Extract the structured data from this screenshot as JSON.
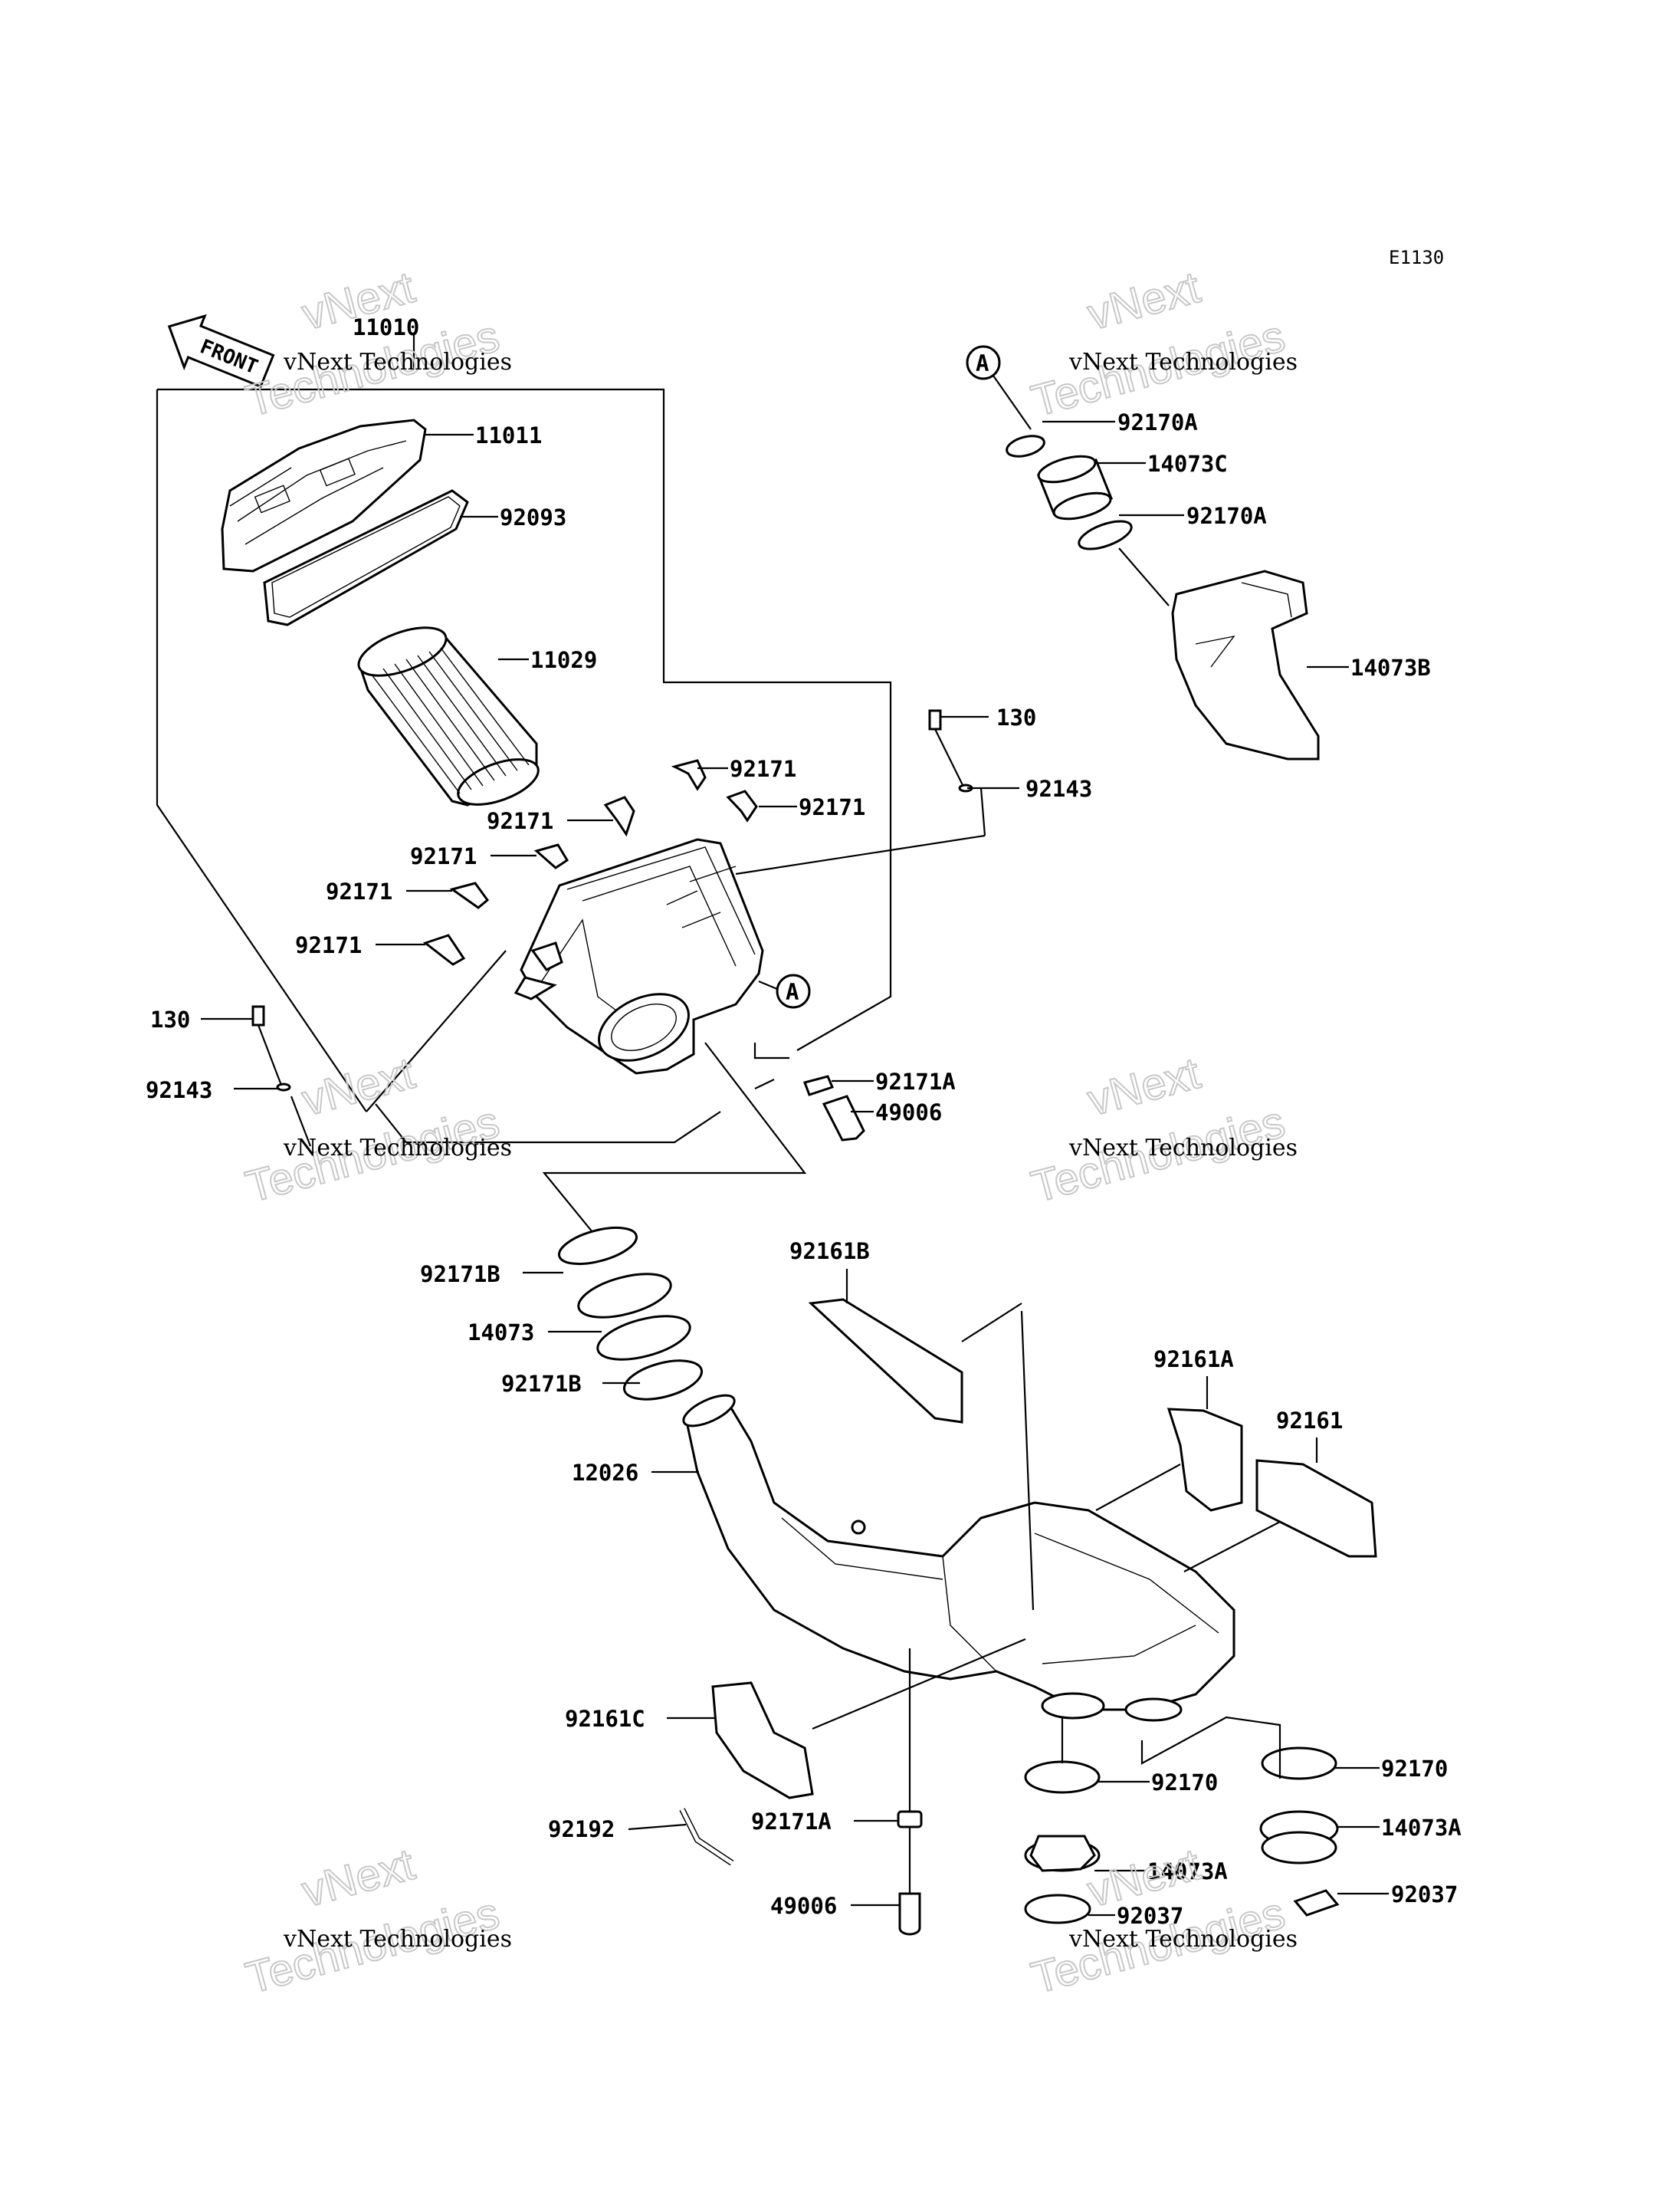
{
  "diagram": {
    "code": "E1130",
    "front_label": "FRONT",
    "ref_marker": "A",
    "watermark_line1": "vNext Technologies",
    "watermark_line2": "vNext",
    "watermark_line3": "Technologies"
  },
  "parts": [
    {
      "id": "p11010",
      "label": "11010"
    },
    {
      "id": "p11011",
      "label": "11011"
    },
    {
      "id": "p92093",
      "label": "92093"
    },
    {
      "id": "p11029",
      "label": "11029"
    },
    {
      "id": "p92171",
      "label": "92171"
    },
    {
      "id": "p130",
      "label": "130"
    },
    {
      "id": "p92143",
      "label": "92143"
    },
    {
      "id": "p92171A",
      "label": "92171A"
    },
    {
      "id": "p49006",
      "label": "49006"
    },
    {
      "id": "p92170A",
      "label": "92170A"
    },
    {
      "id": "p14073C",
      "label": "14073C"
    },
    {
      "id": "p14073B",
      "label": "14073B"
    },
    {
      "id": "p92171B",
      "label": "92171B"
    },
    {
      "id": "p14073",
      "label": "14073"
    },
    {
      "id": "p12026",
      "label": "12026"
    },
    {
      "id": "p92161B",
      "label": "92161B"
    },
    {
      "id": "p92161A",
      "label": "92161A"
    },
    {
      "id": "p92161",
      "label": "92161"
    },
    {
      "id": "p92161C",
      "label": "92161C"
    },
    {
      "id": "p92192",
      "label": "92192"
    },
    {
      "id": "p92170",
      "label": "92170"
    },
    {
      "id": "p14073A",
      "label": "14073A"
    },
    {
      "id": "p92037",
      "label": "92037"
    }
  ]
}
